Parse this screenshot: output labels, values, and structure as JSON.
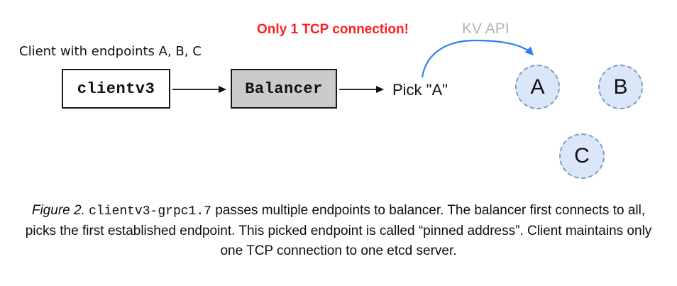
{
  "diagram": {
    "annotation_red": "Only 1 TCP connection!",
    "kv_api_label": "KV API",
    "client_label": "Client with endpoints A, B, C",
    "clientv3_box_label": "clientv3",
    "balancer_box_label": "Balancer",
    "pick_label": "Pick \"A\"",
    "endpoints": [
      {
        "label": "A"
      },
      {
        "label": "B"
      },
      {
        "label": "C"
      }
    ]
  },
  "caption": {
    "figure_label": "Figure 2.",
    "code": "clientv3-grpc1.7",
    "text": " passes multiple endpoints to balancer. The balancer first connects to all, picks the first established endpoint. This picked endpoint is called “pinned address”. Client maintains only one TCP connection to one etcd server."
  },
  "colors": {
    "annotation_red": "#ff1f1f",
    "kv_api_gray": "#b3b3b3",
    "balancer_fill": "#cbcbcb",
    "endpoint_fill": "#dbe7f9",
    "endpoint_border": "#7d9bc9",
    "blue_arrow": "#2e7ff0",
    "black_arrow": "#111111"
  }
}
